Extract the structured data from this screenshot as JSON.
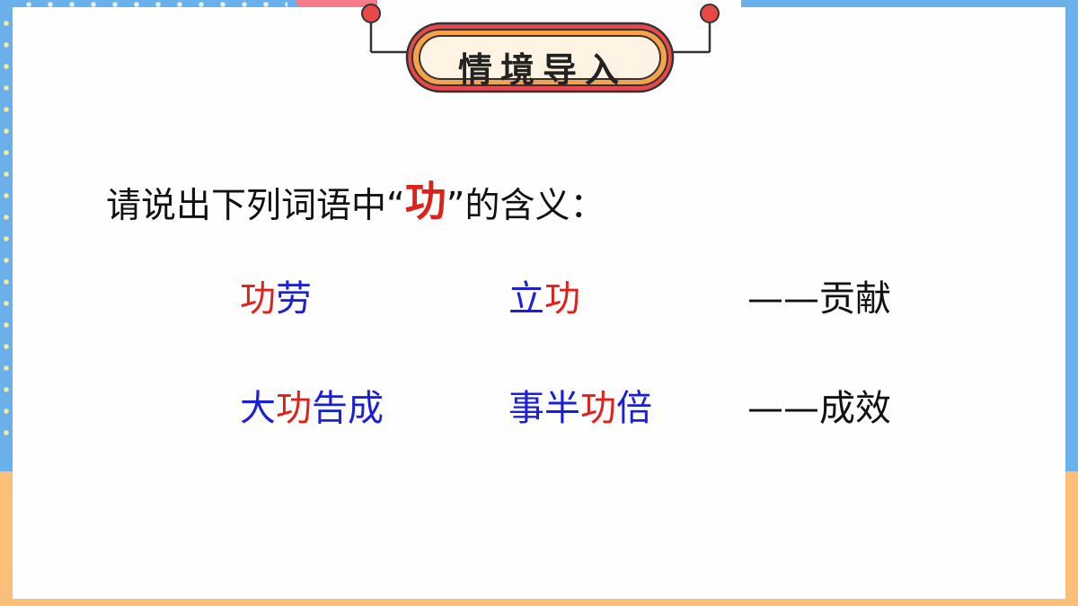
{
  "title": "情境导入",
  "prompt": {
    "before": "请说出下列词语中",
    "open_quote": "“",
    "keyword": "功",
    "close_quote": "”",
    "after": "的含义："
  },
  "rows": [
    {
      "word1": [
        {
          "t": "功",
          "c": "red"
        },
        {
          "t": "劳",
          "c": "blue"
        }
      ],
      "word2": [
        {
          "t": "立",
          "c": "blue"
        },
        {
          "t": "功",
          "c": "red"
        }
      ],
      "meaning": "——贡献"
    },
    {
      "word1": [
        {
          "t": "大",
          "c": "blue"
        },
        {
          "t": "功",
          "c": "red"
        },
        {
          "t": "告成",
          "c": "blue"
        }
      ],
      "word2": [
        {
          "t": "事半",
          "c": "blue"
        },
        {
          "t": "功",
          "c": "red"
        },
        {
          "t": "倍",
          "c": "blue"
        }
      ],
      "meaning": "——成效"
    }
  ],
  "colors": {
    "keyword_red": "#e0201b",
    "word_blue": "#1b1fd6",
    "frame_blue": "#6ab0ea",
    "frame_orange": "#fbbf7a",
    "badge_orange": "#f6a24a",
    "badge_red": "#e8484a"
  }
}
